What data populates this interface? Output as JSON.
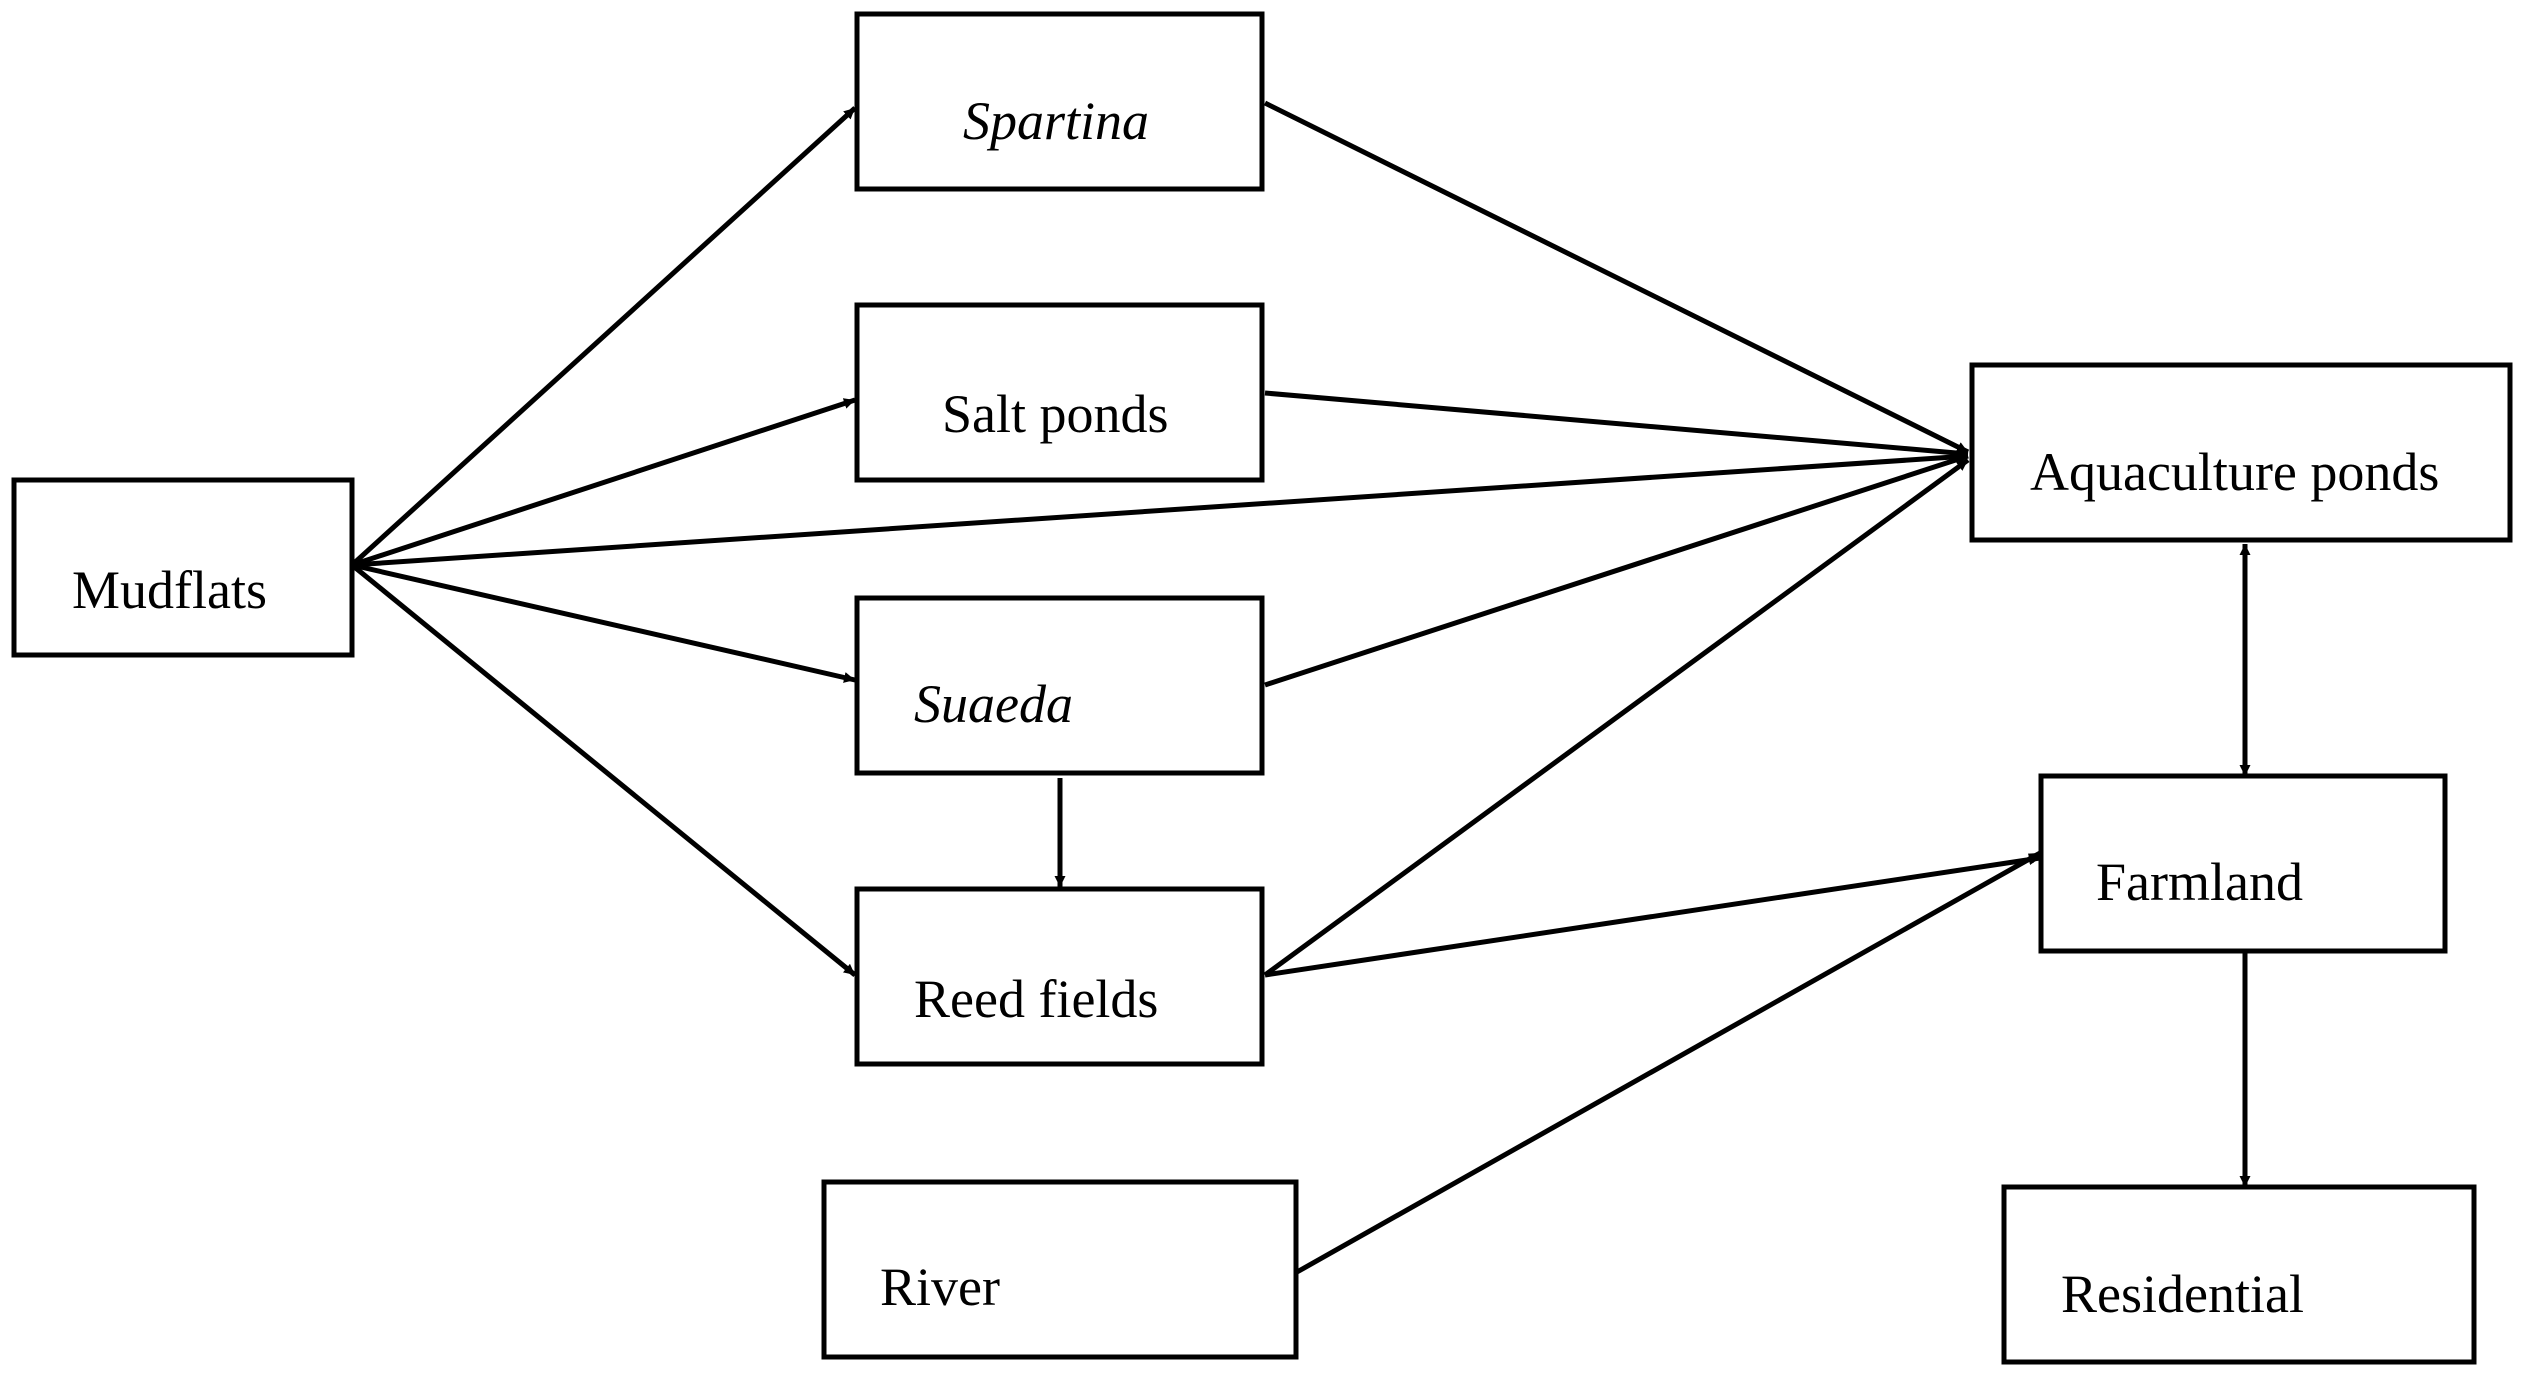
{
  "nodes": {
    "mudflats": {
      "label": "Mudflats"
    },
    "spartina": {
      "label": "Spartina"
    },
    "salt_ponds": {
      "label": "Salt ponds"
    },
    "suaeda": {
      "label": "Suaeda"
    },
    "reed_fields": {
      "label": "Reed fields"
    },
    "river": {
      "label": "River"
    },
    "aquaculture_ponds": {
      "label": "Aquaculture ponds"
    },
    "farmland": {
      "label": "Farmland"
    },
    "residential": {
      "label": "Residential"
    }
  },
  "edges": [
    {
      "from": "Mudflats",
      "to": "Spartina"
    },
    {
      "from": "Mudflats",
      "to": "Salt ponds"
    },
    {
      "from": "Mudflats",
      "to": "Aquaculture ponds"
    },
    {
      "from": "Mudflats",
      "to": "Suaeda"
    },
    {
      "from": "Mudflats",
      "to": "Reed fields"
    },
    {
      "from": "Spartina",
      "to": "Aquaculture ponds"
    },
    {
      "from": "Salt ponds",
      "to": "Aquaculture ponds"
    },
    {
      "from": "Suaeda",
      "to": "Aquaculture ponds"
    },
    {
      "from": "Suaeda",
      "to": "Reed fields"
    },
    {
      "from": "Reed fields",
      "to": "Aquaculture ponds"
    },
    {
      "from": "Reed fields",
      "to": "Farmland"
    },
    {
      "from": "River",
      "to": "Farmland"
    },
    {
      "from": "Aquaculture ponds",
      "to": "Farmland",
      "bidirectional": true
    },
    {
      "from": "Farmland",
      "to": "Residential"
    }
  ]
}
